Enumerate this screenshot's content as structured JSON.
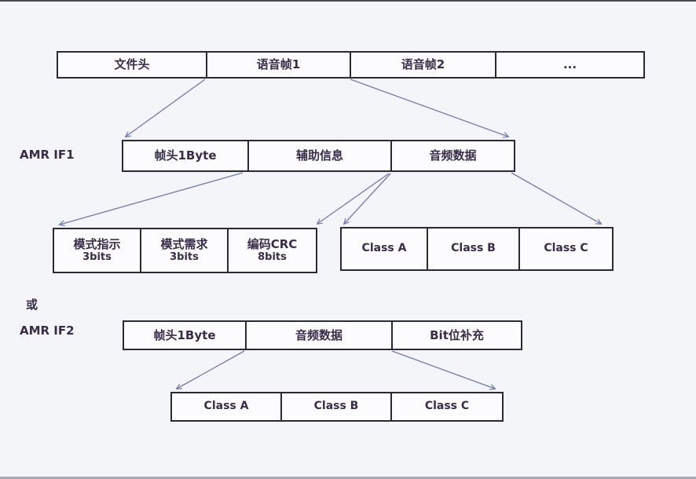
{
  "colors": {
    "background": "#f4f5f8",
    "cell_fill": "#fcfcfe",
    "border": "#2d2836",
    "text": "#392c48",
    "arrow": "#7279ad",
    "top_edge": "#4b4a52",
    "bottom_edge": "#a5aab5"
  },
  "file_structure_row": {
    "cells": [
      "文件头",
      "语音帧1",
      "语音帧2",
      "..."
    ]
  },
  "if1_row": {
    "side_label": "AMR IF1",
    "cells": [
      "帧头1Byte",
      "辅助信息",
      "音频数据"
    ]
  },
  "if1_header_fields": {
    "cells": [
      {
        "name": "模式指示",
        "size": "3bits"
      },
      {
        "name": "模式需求",
        "size": "3bits"
      },
      {
        "name": "编码CRC",
        "size": "8bits"
      }
    ]
  },
  "if1_audio_classes": {
    "cells": [
      "Class A",
      "Class B",
      "Class C"
    ]
  },
  "or_label": "或",
  "if2_row": {
    "side_label": "AMR IF2",
    "cells": [
      "帧头1Byte",
      "音频数据",
      "Bit位补充"
    ]
  },
  "if2_audio_classes": {
    "cells": [
      "Class A",
      "Class B",
      "Class C"
    ]
  }
}
